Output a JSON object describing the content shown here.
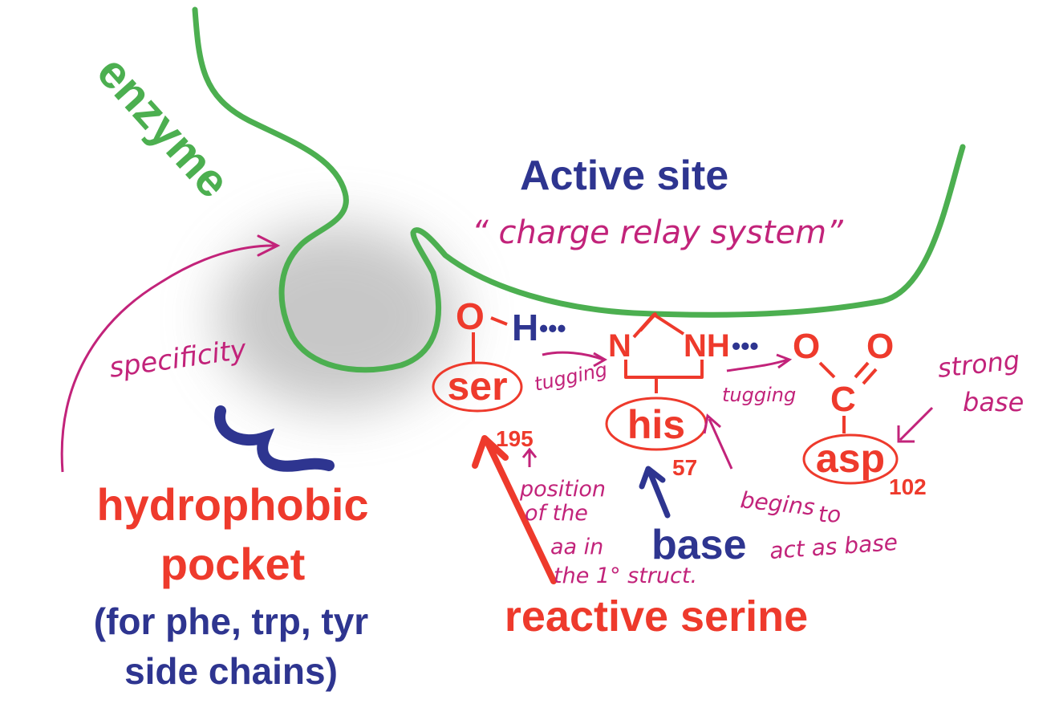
{
  "labels": {
    "enzyme": "enzyme",
    "active_site": "Active site",
    "charge_relay": "“ charge relay system”",
    "specificity": "specificity",
    "hydrophobic": "hydrophobic",
    "pocket": "pocket",
    "pocket_note_1": "(for phe, trp, tyr",
    "pocket_note_2": "side chains)",
    "reactive_serine": "reactive serine",
    "base": "base",
    "tugging_1": "tugging",
    "tugging_2": "tugging",
    "strong_base_1": "strong",
    "strong_base_2": "base",
    "begins_1": "begins",
    "begins_2": "to",
    "begins_3": "act as base",
    "position_1": "position",
    "position_2": "of the",
    "position_3": "aa in",
    "position_4": "the 1° struct."
  },
  "chemistry": {
    "o_ser": "O",
    "h_ser": "H",
    "dots_1": "•••",
    "n_ring": "N",
    "nh_ring": "NH",
    "dots_2": "•••",
    "o_asp_1": "O",
    "o_asp_2": "O",
    "c_asp": "C"
  },
  "residues": {
    "ser": "ser",
    "ser_num": "195",
    "his": "his",
    "his_num": "57",
    "asp": "asp",
    "asp_num": "102"
  },
  "colors": {
    "green": "#4caf50",
    "navy": "#2e3590",
    "red": "#ee3a2c",
    "magenta": "#c2237a",
    "shadow": "#9a9a9a"
  }
}
